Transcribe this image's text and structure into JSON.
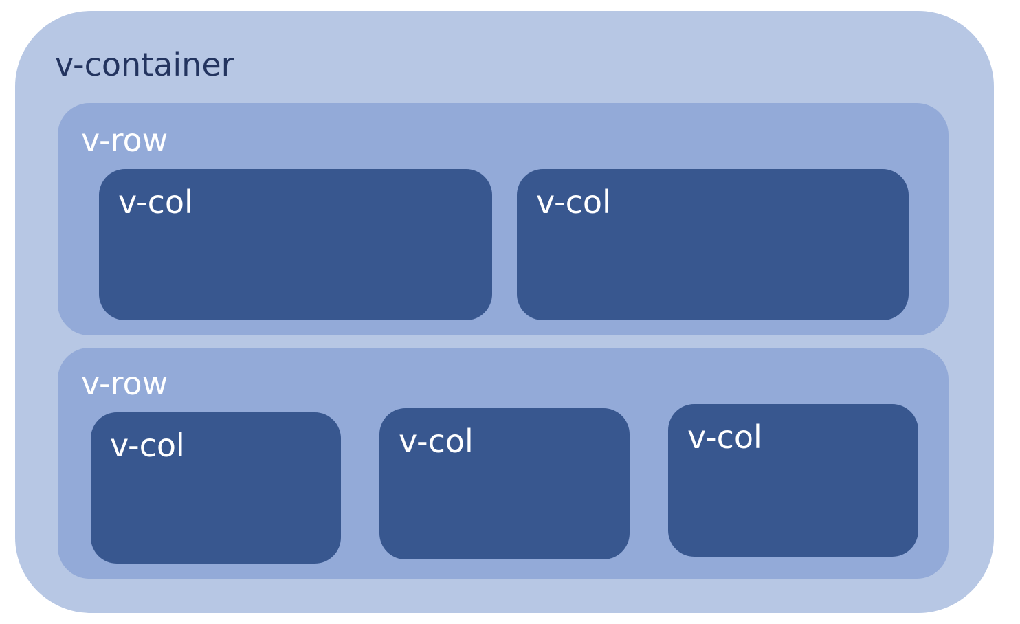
{
  "container": {
    "label": "v-container",
    "color": "#b7c7e4"
  },
  "rows": [
    {
      "label": "v-row",
      "color": "#93aad8",
      "cols": [
        {
          "label": "v-col"
        },
        {
          "label": "v-col"
        }
      ]
    },
    {
      "label": "v-row",
      "color": "#93aad8",
      "cols": [
        {
          "label": "v-col"
        },
        {
          "label": "v-col"
        },
        {
          "label": "v-col"
        }
      ]
    }
  ],
  "col_color": "#38578f",
  "label_colors": {
    "container": "#23345f",
    "inner": "#ffffff"
  }
}
